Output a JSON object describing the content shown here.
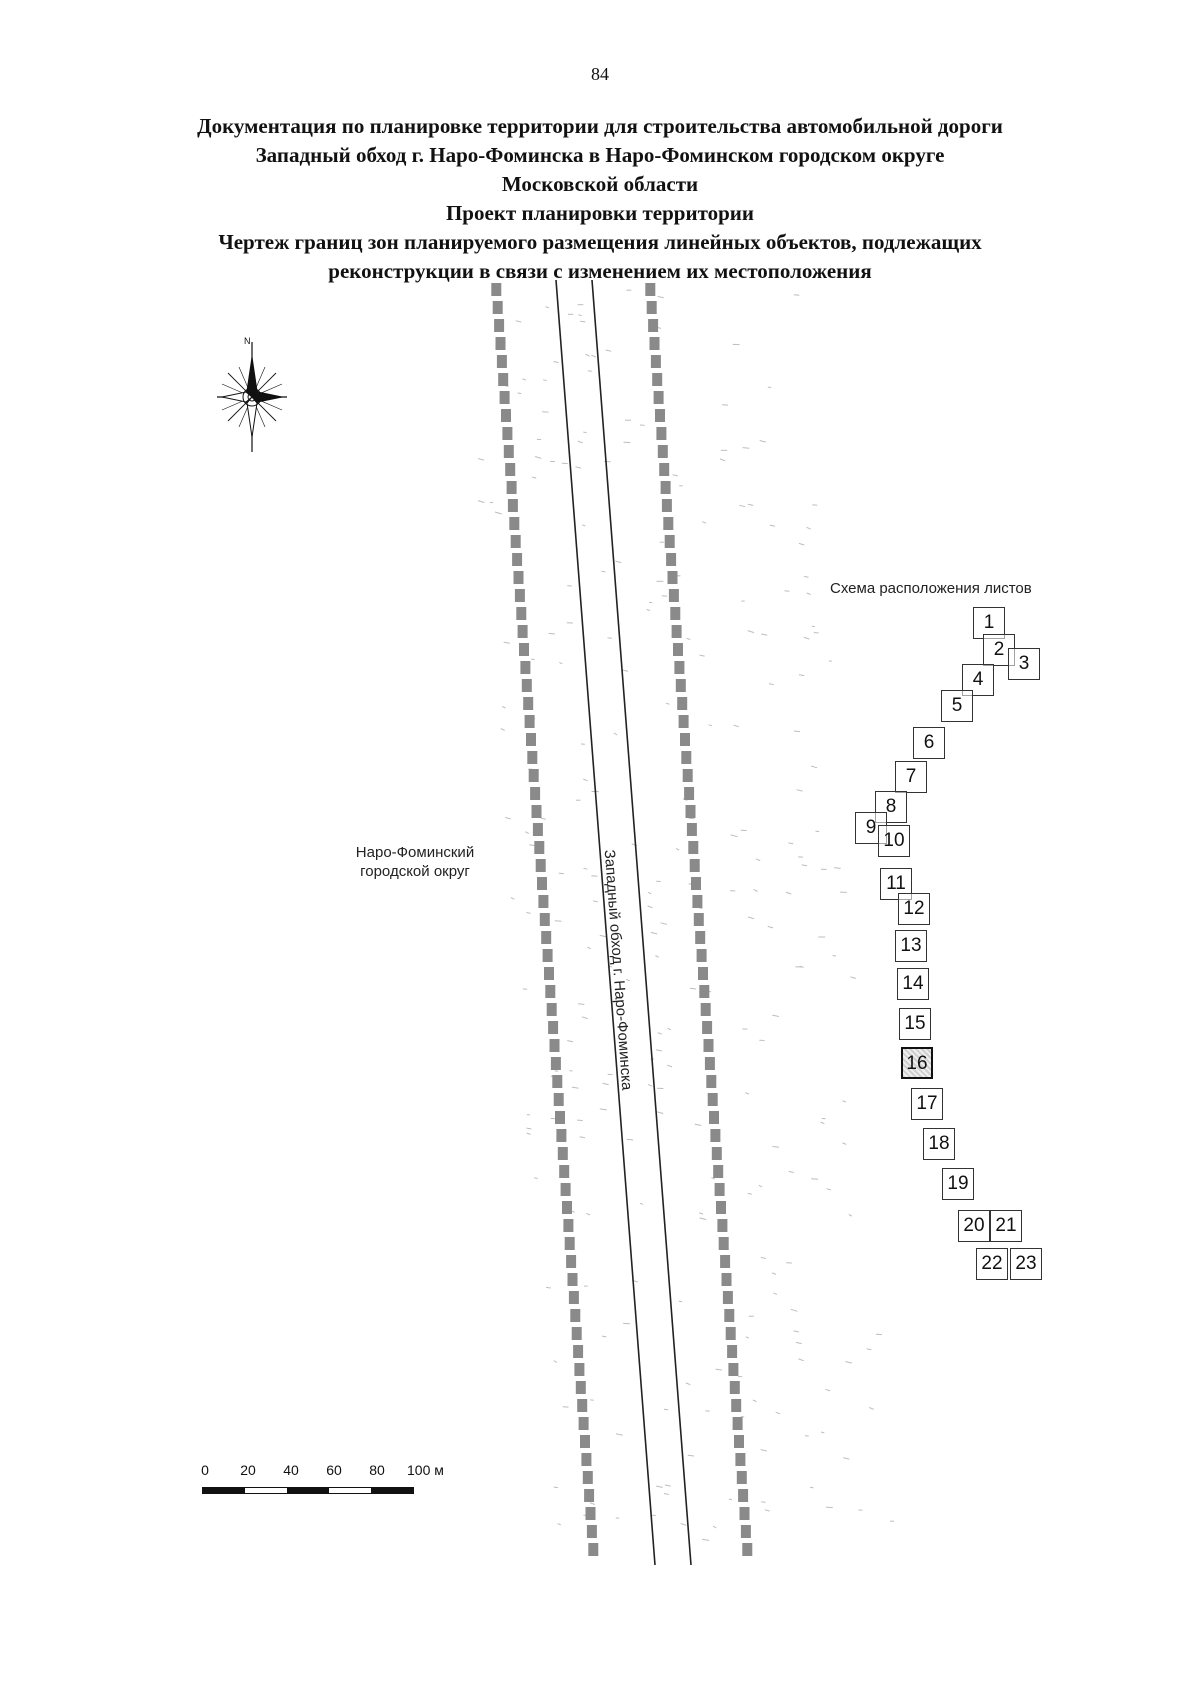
{
  "page_number": "84",
  "header": {
    "line1": "Документация по планировке территории для строительства автомобильной дороги",
    "line2": "Западный обход г. Наро-Фоминска в Наро-Фоминском городском округе",
    "line3": "Московской области",
    "line4": "Проект планировки территории",
    "line5": "Чертеж границ зон планируемого размещения линейных объектов, подлежащих",
    "line6": "реконструкции в связи с изменением их местоположения"
  },
  "map": {
    "district_label_line1": "Наро-Фоминский",
    "district_label_line2": "городской округ",
    "road_label": "Западный обход г. Наро-Фоминска",
    "north_label": "N",
    "north_icon": "compass-rose-icon"
  },
  "sheet_scheme": {
    "title": "Схема расположения листов",
    "current_sheet": "16",
    "sheets": [
      "1",
      "2",
      "3",
      "4",
      "5",
      "6",
      "7",
      "8",
      "9",
      "10",
      "11",
      "12",
      "13",
      "14",
      "15",
      "16",
      "17",
      "18",
      "19",
      "20",
      "21",
      "22",
      "23"
    ]
  },
  "scale": {
    "labels": [
      "0",
      "20",
      "40",
      "60",
      "80",
      "100 м"
    ]
  },
  "colors": {
    "zone_boundary": "#8a8a8a",
    "road_line": "#222222"
  }
}
